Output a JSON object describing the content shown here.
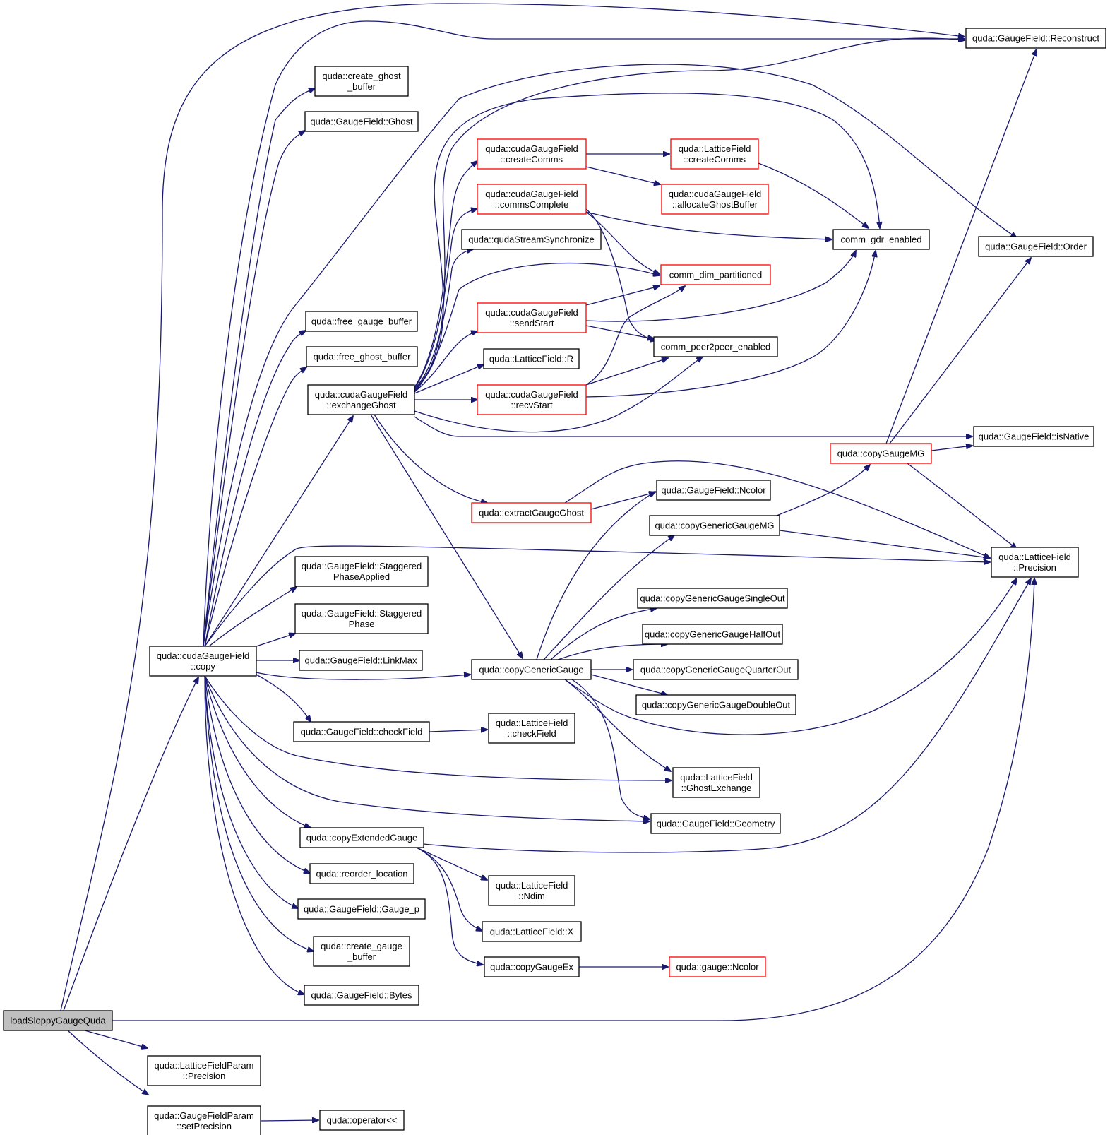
{
  "colors": {
    "edge": "#191970",
    "node_border": "#000000",
    "node_border_partial": "#ff0000",
    "root_fill": "#bfbfbf"
  },
  "nodes": {
    "root": {
      "lines": [
        "loadSloppyGaugeQuda"
      ],
      "style": "root"
    },
    "reconstruct": {
      "lines": [
        "quda::GaugeField::Reconstruct"
      ]
    },
    "create_ghost_buffer": {
      "lines": [
        "quda::create_ghost",
        "_buffer"
      ]
    },
    "ghost": {
      "lines": [
        "quda::GaugeField::Ghost"
      ]
    },
    "cgf_createComms": {
      "lines": [
        "quda::cudaGaugeField",
        "::createComms"
      ],
      "style": "red"
    },
    "lf_createComms": {
      "lines": [
        "quda::LatticeField",
        "::createComms"
      ],
      "style": "red"
    },
    "allocateGhostBuffer": {
      "lines": [
        "quda::cudaGaugeField",
        "::allocateGhostBuffer"
      ],
      "style": "red"
    },
    "commsComplete": {
      "lines": [
        "quda::cudaGaugeField",
        "::commsComplete"
      ],
      "style": "red"
    },
    "comm_gdr_enabled": {
      "lines": [
        "comm_gdr_enabled"
      ]
    },
    "order": {
      "lines": [
        "quda::GaugeField::Order"
      ]
    },
    "qudaStreamSynchronize": {
      "lines": [
        "quda::qudaStreamSynchronize"
      ]
    },
    "comm_dim_partitioned": {
      "lines": [
        "comm_dim_partitioned"
      ],
      "style": "red"
    },
    "free_gauge_buffer": {
      "lines": [
        "quda::free_gauge_buffer"
      ]
    },
    "sendStart": {
      "lines": [
        "quda::cudaGaugeField",
        "::sendStart"
      ],
      "style": "red"
    },
    "free_ghost_buffer": {
      "lines": [
        "quda::free_ghost_buffer"
      ]
    },
    "comm_peer2peer_enabled": {
      "lines": [
        "comm_peer2peer_enabled"
      ]
    },
    "lf_R": {
      "lines": [
        "quda::LatticeField::R"
      ]
    },
    "exchangeGhost": {
      "lines": [
        "quda::cudaGaugeField",
        "::exchangeGhost"
      ]
    },
    "recvStart": {
      "lines": [
        "quda::cudaGaugeField",
        "::recvStart"
      ],
      "style": "red"
    },
    "isNative": {
      "lines": [
        "quda::GaugeField::isNative"
      ]
    },
    "copyGaugeMG": {
      "lines": [
        "quda::copyGaugeMG"
      ],
      "style": "red"
    },
    "gf_Ncolor": {
      "lines": [
        "quda::GaugeField::Ncolor"
      ]
    },
    "extractGaugeGhost": {
      "lines": [
        "quda::extractGaugeGhost"
      ],
      "style": "red"
    },
    "copyGenericGaugeMG": {
      "lines": [
        "quda::copyGenericGaugeMG"
      ]
    },
    "lf_Precision": {
      "lines": [
        "quda::LatticeField",
        "::Precision"
      ]
    },
    "staggeredPhaseApplied": {
      "lines": [
        "quda::GaugeField::Staggered",
        "PhaseApplied"
      ]
    },
    "copyGenericGaugeSingleOut": {
      "lines": [
        "quda::copyGenericGaugeSingleOut"
      ]
    },
    "staggeredPhase": {
      "lines": [
        "quda::GaugeField::Staggered",
        "Phase"
      ]
    },
    "copyGenericGaugeHalfOut": {
      "lines": [
        "quda::copyGenericGaugeHalfOut"
      ]
    },
    "cgf_copy": {
      "lines": [
        "quda::cudaGaugeField",
        "::copy"
      ]
    },
    "linkMax": {
      "lines": [
        "quda::GaugeField::LinkMax"
      ]
    },
    "copyGenericGauge": {
      "lines": [
        "quda::copyGenericGauge"
      ]
    },
    "copyGenericGaugeQuarterOut": {
      "lines": [
        "quda::copyGenericGaugeQuarterOut"
      ]
    },
    "copyGenericGaugeDoubleOut": {
      "lines": [
        "quda::copyGenericGaugeDoubleOut"
      ]
    },
    "checkField": {
      "lines": [
        "quda::GaugeField::checkField"
      ]
    },
    "lf_checkField": {
      "lines": [
        "quda::LatticeField",
        "::checkField"
      ]
    },
    "ghostExchange": {
      "lines": [
        "quda::LatticeField",
        "::GhostExchange"
      ]
    },
    "geometry": {
      "lines": [
        "quda::GaugeField::Geometry"
      ]
    },
    "copyExtendedGauge": {
      "lines": [
        "quda::copyExtendedGauge"
      ]
    },
    "reorder_location": {
      "lines": [
        "quda::reorder_location"
      ]
    },
    "lf_Ndim": {
      "lines": [
        "quda::LatticeField",
        "::Ndim"
      ]
    },
    "gauge_p": {
      "lines": [
        "quda::GaugeField::Gauge_p"
      ]
    },
    "lf_X": {
      "lines": [
        "quda::LatticeField::X"
      ]
    },
    "create_gauge_buffer": {
      "lines": [
        "quda::create_gauge",
        "_buffer"
      ]
    },
    "copyGaugeEx": {
      "lines": [
        "quda::copyGaugeEx"
      ]
    },
    "gauge_Ncolor": {
      "lines": [
        "quda::gauge::Ncolor"
      ],
      "style": "red"
    },
    "bytes": {
      "lines": [
        "quda::GaugeField::Bytes"
      ]
    },
    "lfp_Precision": {
      "lines": [
        "quda::LatticeFieldParam",
        "::Precision"
      ]
    },
    "gfp_setPrecision": {
      "lines": [
        "quda::GaugeFieldParam",
        "::setPrecision"
      ]
    },
    "operator_lshift": {
      "lines": [
        "quda::operator<<"
      ]
    }
  }
}
